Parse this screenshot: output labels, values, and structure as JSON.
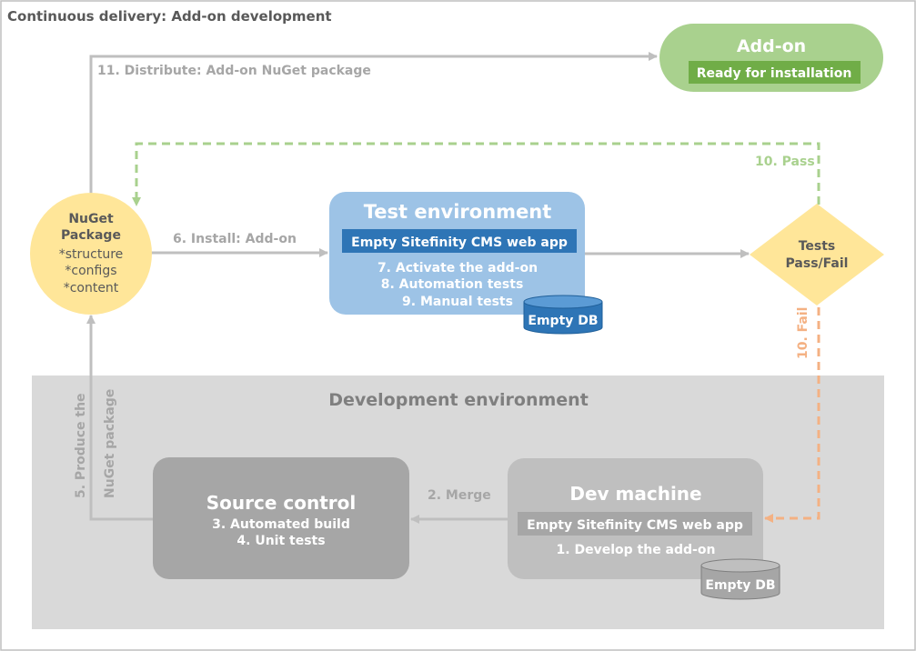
{
  "title": "Continuous delivery: Add-on development",
  "addon": {
    "title": "Add-on",
    "badge": "Ready for installation"
  },
  "nuget": {
    "line1": "NuGet",
    "line2": "Package",
    "line3": "*structure",
    "line4": "*configs",
    "line5": "*content"
  },
  "test_env": {
    "title": "Test environment",
    "badge": "Empty Sitefinity CMS web app",
    "step7": "7. Activate the add-on",
    "step8": "8. Automation tests",
    "step9": "9. Manual tests",
    "db": "Empty DB"
  },
  "tests": {
    "line1": "Tests",
    "line2": "Pass/Fail"
  },
  "dev_env": {
    "title": "Development environment"
  },
  "source_control": {
    "title": "Source control",
    "step3": "3. Automated build",
    "step4": "4. Unit tests"
  },
  "dev_machine": {
    "title": "Dev machine",
    "badge": "Empty Sitefinity CMS web app",
    "step1": "1. Develop the add-on",
    "db": "Empty DB"
  },
  "arrows": {
    "distribute": "11. Distribute: Add-on NuGet package",
    "install": "6. Install: Add-on",
    "pass": "10. Pass",
    "fail": "10. Fail",
    "merge": "2. Merge",
    "produce1": "5. Produce the",
    "produce2": "NuGet package"
  },
  "colors": {
    "green_light": "#a9d18e",
    "green_dark": "#70ad47",
    "blue_light": "#9dc3e6",
    "blue_dark": "#2e75b6",
    "yellow": "#ffe699",
    "orange": "#f4b183",
    "gray_bg": "#d9d9d9",
    "gray_mid": "#bfbfbf",
    "gray_dark": "#a6a6a6",
    "text_gray": "#7f7f7f"
  }
}
